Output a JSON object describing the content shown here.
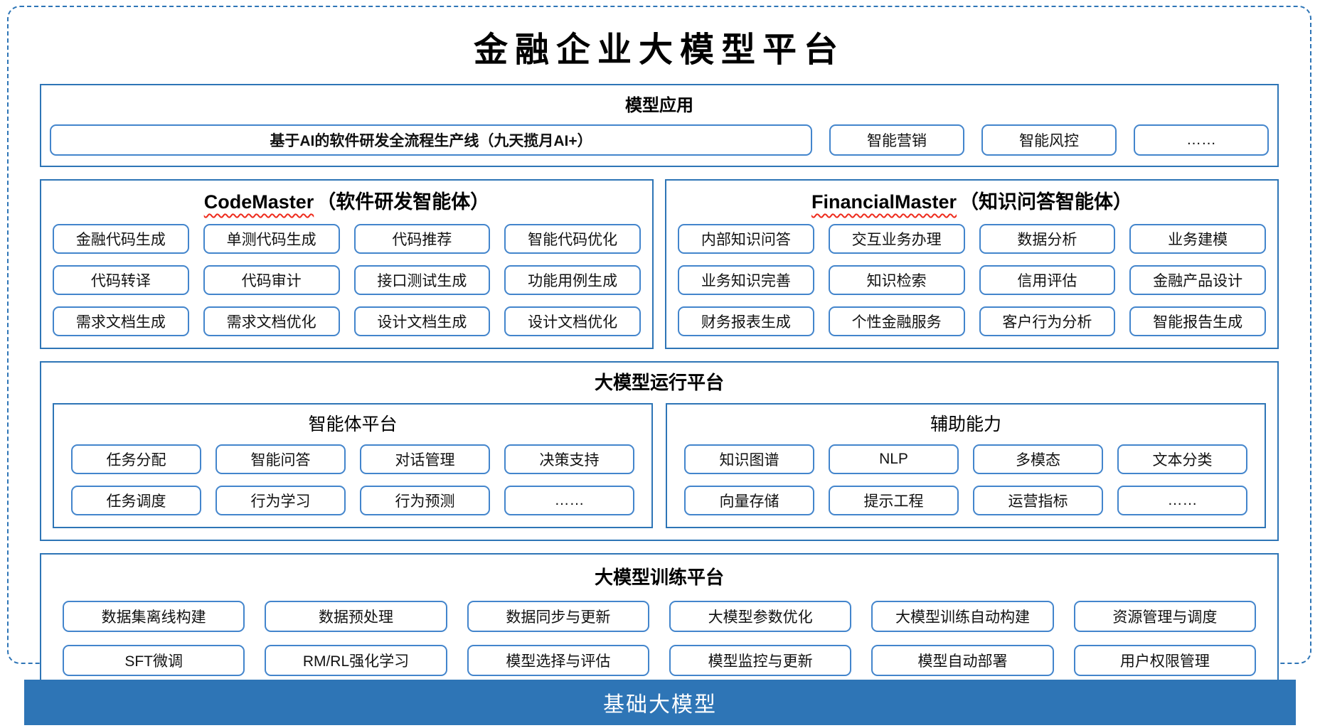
{
  "title": "金融企业大模型平台",
  "colors": {
    "border_blue": "#2E75B6",
    "item_border_blue": "#4385CC",
    "foundation_bar_blue": "#2E75B6",
    "wavy_underline_red": "#EE2B1C",
    "text": "#000000",
    "bar_text": "#FFFFFF"
  },
  "sections": {
    "model_app": {
      "header": "模型应用",
      "primary_item": "基于AI的软件研发全流程生产线（九天揽月AI+）",
      "items": [
        "智能营销",
        "智能风控",
        "……"
      ]
    },
    "agents": [
      {
        "name_en": "CodeMaster",
        "name_cn": "（软件研发智能体）",
        "items": [
          "金融代码生成",
          "单测代码生成",
          "代码推荐",
          "智能代码优化",
          "代码转译",
          "代码审计",
          "接口测试生成",
          "功能用例生成",
          "需求文档生成",
          "需求文档优化",
          "设计文档生成",
          "设计文档优化"
        ]
      },
      {
        "name_en": "FinancialMaster",
        "name_cn": "（知识问答智能体）",
        "items": [
          "内部知识问答",
          "交互业务办理",
          "数据分析",
          "业务建模",
          "业务知识完善",
          "知识检索",
          "信用评估",
          "金融产品设计",
          "财务报表生成",
          "个性金融服务",
          "客户行为分析",
          "智能报告生成"
        ]
      }
    ],
    "runtime": {
      "header": "大模型运行平台",
      "subsections": [
        {
          "header": "智能体平台",
          "items": [
            "任务分配",
            "智能问答",
            "对话管理",
            "决策支持",
            "任务调度",
            "行为学习",
            "行为预测",
            "……"
          ]
        },
        {
          "header": "辅助能力",
          "items": [
            "知识图谱",
            "NLP",
            "多模态",
            "文本分类",
            "向量存储",
            "提示工程",
            "运营指标",
            "……"
          ]
        }
      ]
    },
    "training": {
      "header": "大模型训练平台",
      "items": [
        "数据集离线构建",
        "数据预处理",
        "数据同步与更新",
        "大模型参数优化",
        "大模型训练自动构建",
        "资源管理与调度",
        "SFT微调",
        "RM/RL强化学习",
        "模型选择与评估",
        "模型监控与更新",
        "模型自动部署",
        "用户权限管理"
      ]
    },
    "foundation": {
      "label": "基础大模型"
    }
  }
}
